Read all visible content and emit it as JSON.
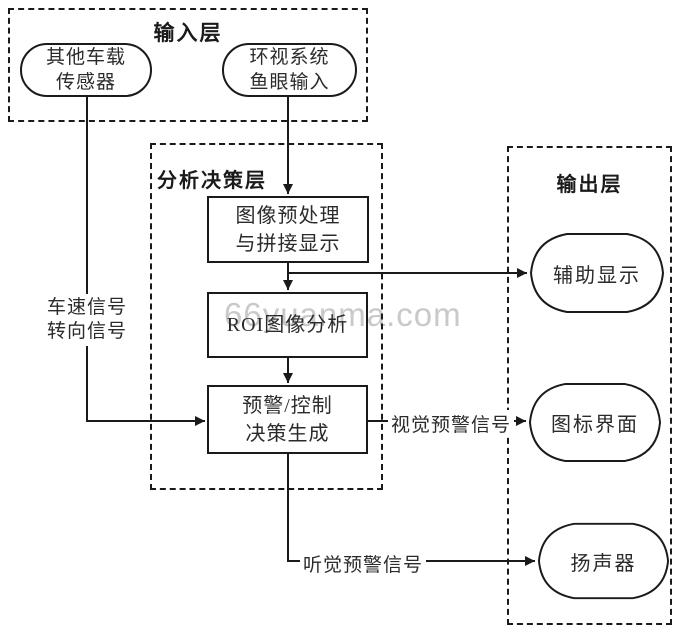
{
  "watermark": "66yuanma.com",
  "layers": {
    "input": {
      "title": "输入层"
    },
    "analysis": {
      "title": "分析决策层"
    },
    "output": {
      "title": "输出层"
    }
  },
  "nodes": {
    "other_sensors": {
      "line1": "其他车载",
      "line2": "传感器"
    },
    "fisheye_input": {
      "line1": "环视系统",
      "line2": "鱼眼输入"
    },
    "image_preprocess": {
      "line1": "图像预处理",
      "line2": "与拼接显示"
    },
    "roi_analysis": {
      "label": "ROI图像分析"
    },
    "warning_decision": {
      "line1": "预警/控制",
      "line2": "决策生成"
    },
    "aux_display": {
      "label": "辅助显示"
    },
    "icon_interface": {
      "label": "图标界面"
    },
    "speaker": {
      "label": "扬声器"
    }
  },
  "edge_labels": {
    "vehicle_speed_signal": "车速信号",
    "steering_signal": "转向信号",
    "visual_warning": "视觉预警信号",
    "audio_warning": "听觉预警信号"
  },
  "colors": {
    "line": "#1a1a1a",
    "watermark": "#c9c9c9",
    "background": "#ffffff"
  }
}
